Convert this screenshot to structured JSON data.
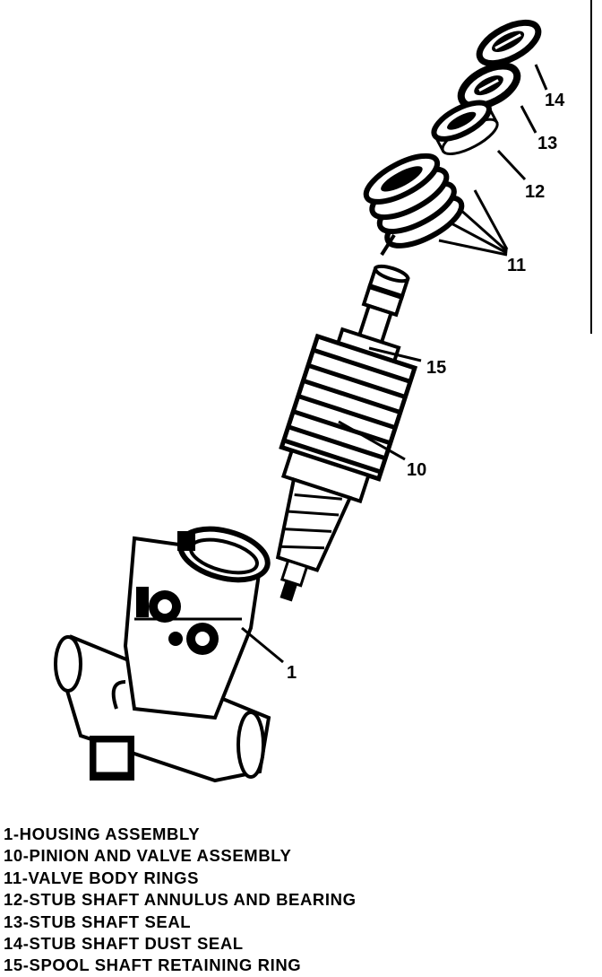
{
  "callouts": {
    "c1": "1",
    "c10": "10",
    "c11": "11",
    "c12": "12",
    "c13": "13",
    "c14": "14",
    "c15": "15"
  },
  "legend": [
    "1-HOUSING ASSEMBLY",
    "10-PINION AND VALVE ASSEMBLY",
    "11-VALVE BODY RINGS",
    "12-STUB SHAFT ANNULUS AND BEARING",
    "13-STUB SHAFT SEAL",
    "14-STUB SHAFT DUST SEAL",
    "15-SPOOL SHAFT RETAINING RING"
  ]
}
